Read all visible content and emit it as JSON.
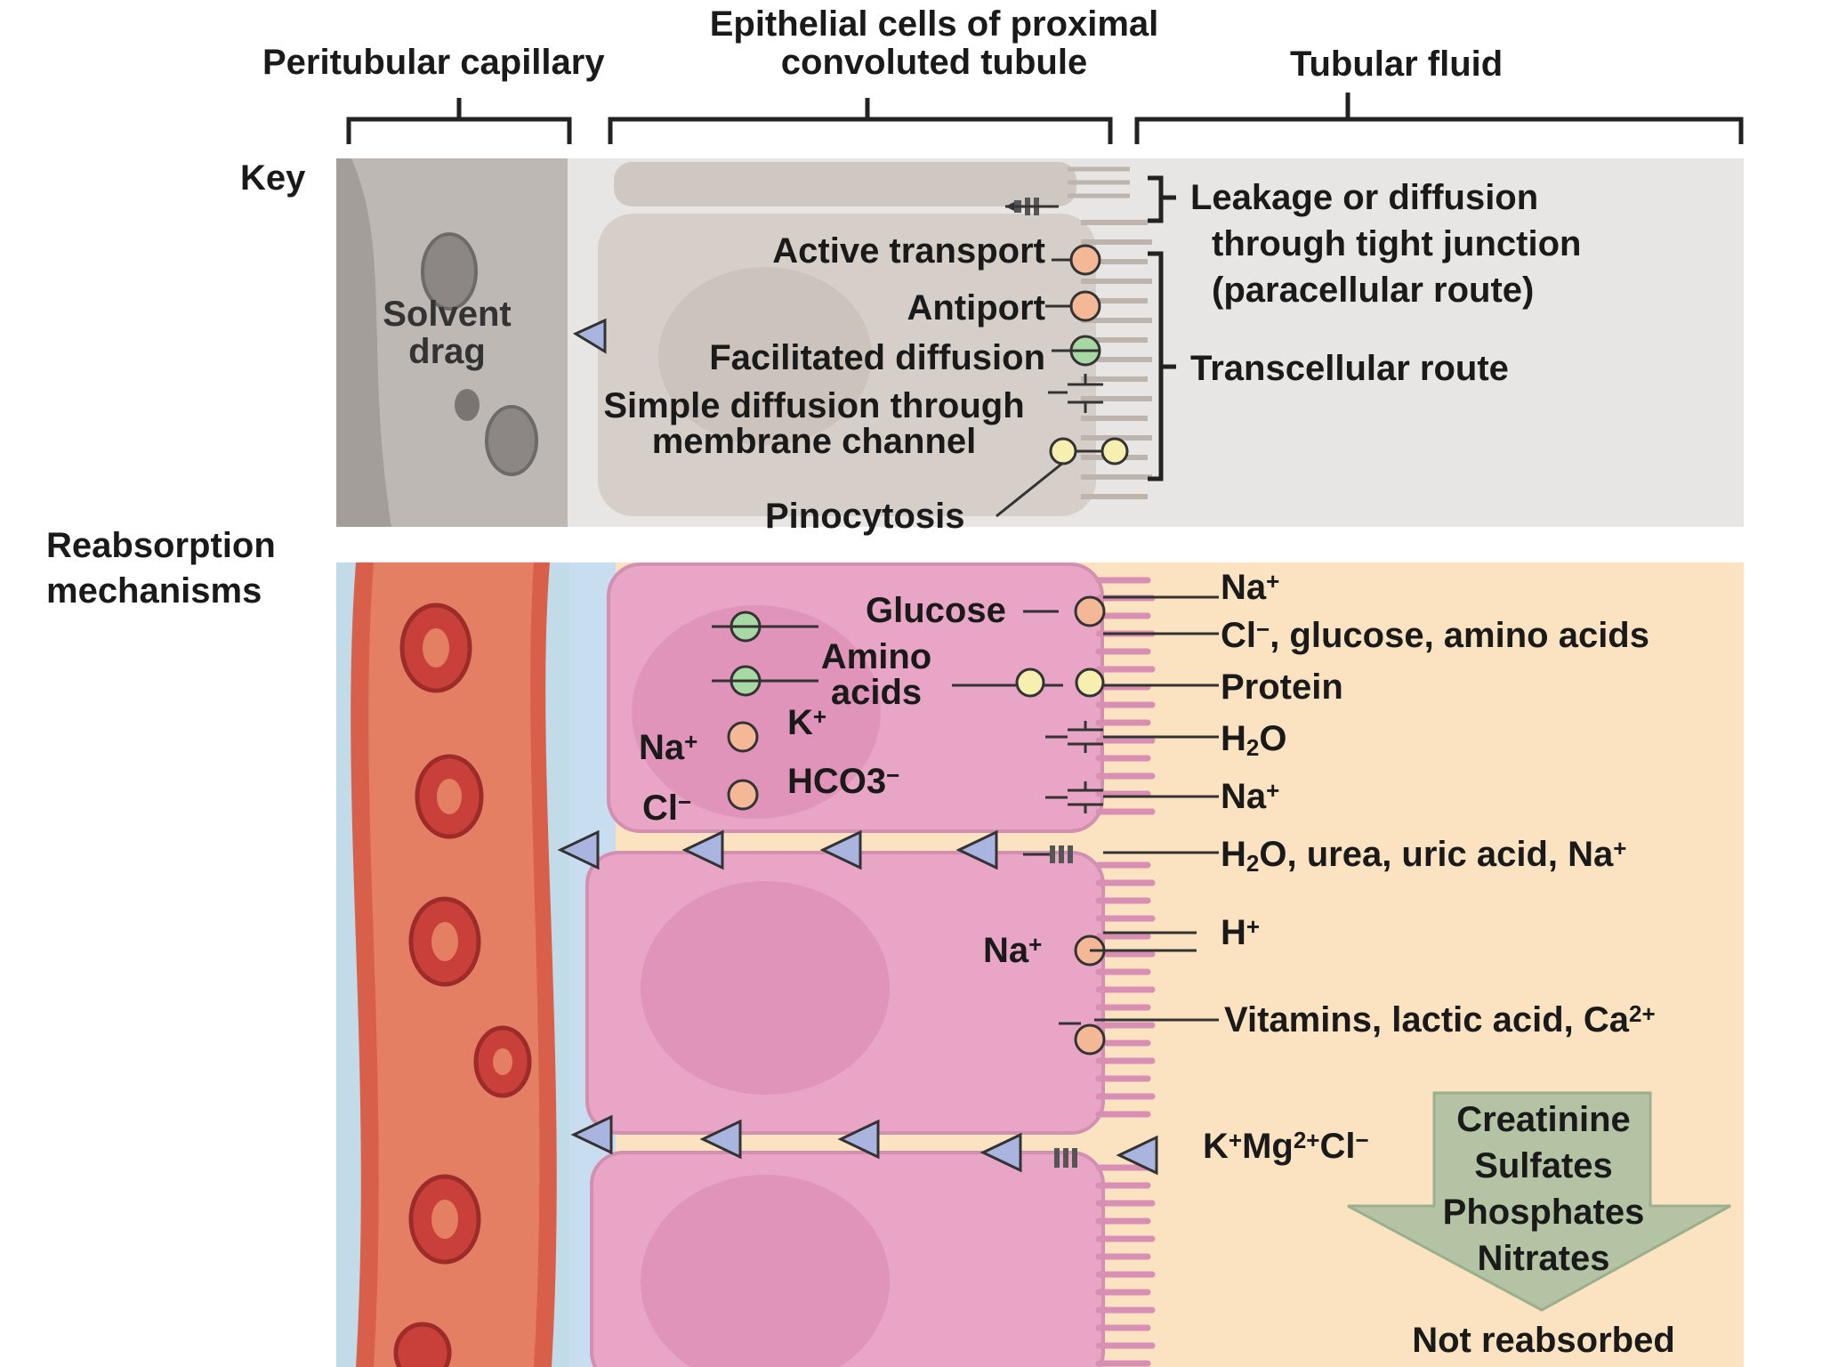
{
  "headers": {
    "peritubular": "Peritubular capillary",
    "epithelial_line1": "Epithelial cells of proximal",
    "epithelial_line2": "convoluted tubule",
    "tubular": "Tubular fluid"
  },
  "key": {
    "title": "Key",
    "solvent_drag_1": "Solvent",
    "solvent_drag_2": "drag",
    "active_transport": "Active transport",
    "antiport": "Antiport",
    "facilitated_diffusion": "Facilitated diffusion",
    "simple_diffusion_1": "Simple diffusion through",
    "simple_diffusion_2": "membrane channel",
    "pinocytosis": "Pinocytosis",
    "leakage_1": "Leakage or diffusion",
    "leakage_2": "through tight junction",
    "leakage_3": "(paracellular route)",
    "transcellular": "Transcellular route"
  },
  "reabsorption": {
    "title_1": "Reabsorption",
    "title_2": "mechanisms",
    "glucose": "Glucose",
    "amino_1": "Amino",
    "amino_2": "acids",
    "na_k_na": "Na",
    "na_k_k": "K",
    "cl_hco3_cl": "Cl",
    "cl_hco3_hco3": "HCO3",
    "na_h_na": "Na",
    "sup_plus": "+",
    "sup_minus": "−",
    "sup_2plus": "2+",
    "sub_2": "2"
  },
  "tubular_fluid": {
    "na_1": "Na",
    "cl_glucose": ", glucose, amino acids",
    "cl": "Cl",
    "protein": "Protein",
    "h2o_h": "H",
    "h2o_o": "O",
    "na_2": "Na",
    "h2o_urea_tail": "O, urea, uric acid, Na",
    "h_ion": "H",
    "vitamins": "Vitamins, lactic acid, Ca",
    "k": "K",
    "mg": "Mg",
    "cl_end": "Cl"
  },
  "not_reabsorbed": {
    "items": [
      "Creatinine",
      "Sulfates",
      "Phosphates",
      "Nitrates"
    ],
    "label": "Not reabsorbed"
  },
  "colors": {
    "key_bg": "#e8e6e4",
    "capillary_red": "#d8604a",
    "cell_pink": "#e9a5c6",
    "tubular_fluid": "#fbe3c2",
    "active_pump": "#f4b896",
    "facilitated": "#a8d8a4",
    "solvent_arrow": "#a9b5de"
  }
}
